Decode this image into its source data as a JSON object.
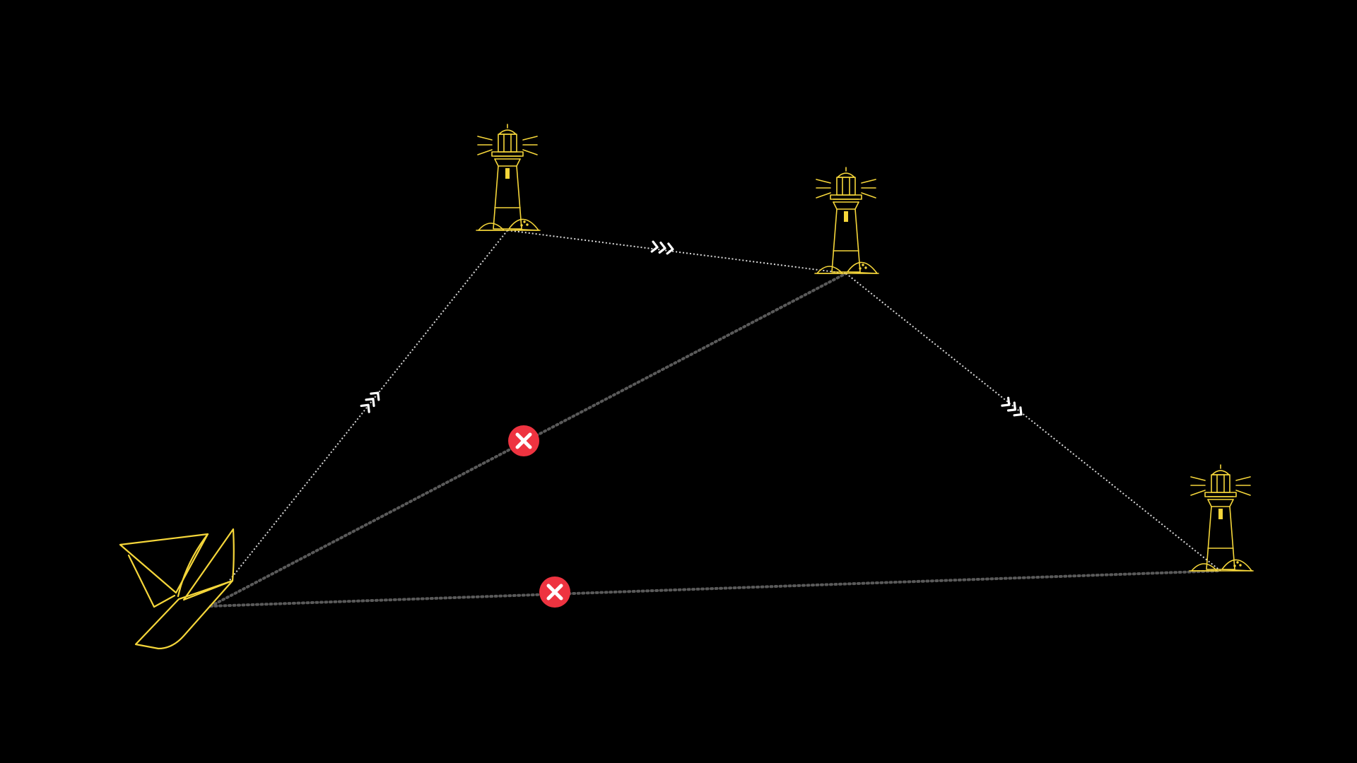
{
  "colors": {
    "background": "#000000",
    "outline": "#f5d63a",
    "path_valid": "#d9d9d9",
    "path_blocked": "#5a5a5a",
    "arrow": "#ffffff",
    "blocked_marker": "#ee3340",
    "blocked_mark": "#ffffff"
  },
  "nodes": [
    {
      "id": "boat",
      "icon": "sailboat-icon"
    },
    {
      "id": "lighthouse-1",
      "icon": "lighthouse-icon"
    },
    {
      "id": "lighthouse-2",
      "icon": "lighthouse-icon"
    },
    {
      "id": "lighthouse-3",
      "icon": "lighthouse-icon"
    }
  ],
  "connections": [
    {
      "from": "boat",
      "to": "lighthouse-1",
      "status": "valid",
      "marker": "triple-chevron-arrow-icon"
    },
    {
      "from": "lighthouse-1",
      "to": "lighthouse-2",
      "status": "valid",
      "marker": "triple-chevron-arrow-icon"
    },
    {
      "from": "lighthouse-2",
      "to": "lighthouse-3",
      "status": "valid",
      "marker": "triple-chevron-arrow-icon"
    },
    {
      "from": "boat",
      "to": "lighthouse-2",
      "status": "blocked",
      "marker": "blocked-x-icon"
    },
    {
      "from": "boat",
      "to": "lighthouse-3",
      "status": "blocked",
      "marker": "blocked-x-icon"
    }
  ]
}
